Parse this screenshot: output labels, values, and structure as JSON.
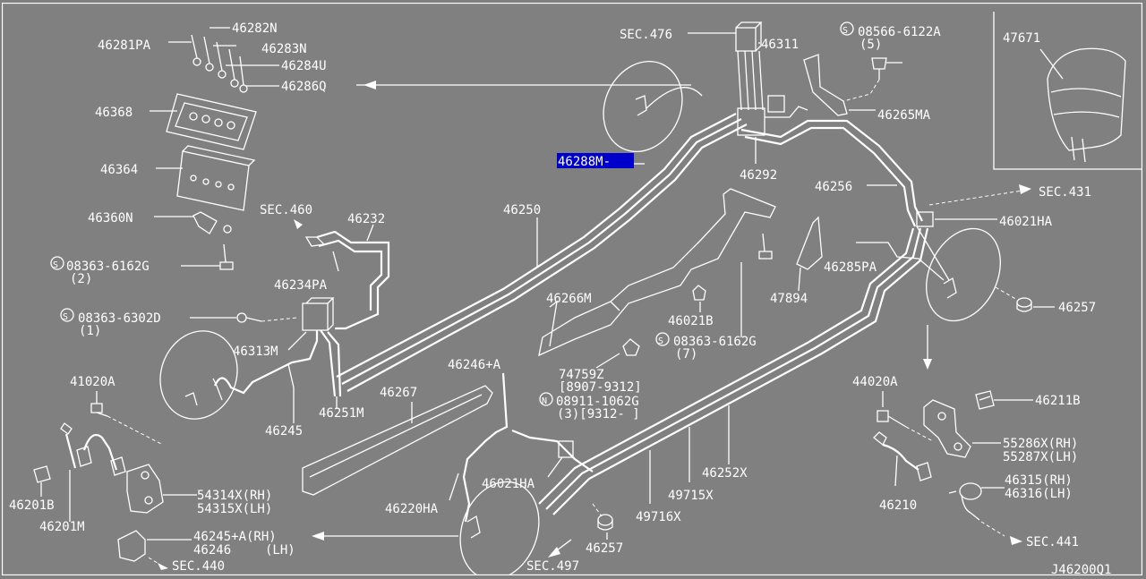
{
  "diagram_id": "J46200Q1",
  "colors": {
    "background": "#808080",
    "lines": "#ffffff",
    "highlight": "#0000cc"
  },
  "labels": {
    "p46282N": "46282N",
    "p46281PA": "46281PA",
    "p46283N": "46283N",
    "p46284U": "46284U",
    "p46286Q": "46286Q",
    "p46368": "46368",
    "p46364": "46364",
    "p46360N": "46360N",
    "s08363_6162G_a": "08363-6162G",
    "q2": "(2)",
    "sec460": "SEC.460",
    "p46232": "46232",
    "p46234PA": "46234PA",
    "s08363_6302D": "08363-6302D",
    "q1": "(1)",
    "p46313M": "46313M",
    "p46245": "46245",
    "p46251M": "46251M",
    "p46250": "46250",
    "p46267": "46267",
    "p46246A": "46246+A",
    "p41020A": "41020A",
    "p46201B": "46201B",
    "p46201M": "46201M",
    "p54314X": "54314X(RH)",
    "p54315X": "54315X(LH)",
    "p46245A": "46245+A(RH)",
    "p46246": "46246",
    "lh": "(LH)",
    "sec440": "SEC.440",
    "p46220HA": "46220HA",
    "p46021HA_a": "46021HA",
    "sec497": "SEC.497",
    "p46257_a": "46257",
    "sec476": "SEC.476",
    "p46311": "46311",
    "p46288M": "46288M-",
    "p46292": "46292",
    "s08566_6122A": "08566-6122A",
    "q5": "(5)",
    "p46265MA": "46265MA",
    "p47671": "47671",
    "p46256": "46256",
    "sec431": "SEC.431",
    "p46021HA_b": "46021HA",
    "p46285PA": "46285PA",
    "p46257_b": "46257",
    "p46266M": "46266M",
    "p46021B": "46021B",
    "p47894": "47894",
    "s08363_6162G_b": "08363-6162G",
    "q7": "(7)",
    "p74759Z": "74759Z",
    "r8907_9312": "[8907-9312]",
    "n08911_1062G": "08911-1062G",
    "q3_9312": "(3)[9312-   ]",
    "p44020A": "44020A",
    "p46211B": "46211B",
    "p55286X": "55286X(RH)",
    "p55287X": "55287X(LH)",
    "p46315": "46315(RH)",
    "p46316": "46316(LH)",
    "p46210": "46210",
    "sec441": "SEC.441",
    "p46252X": "46252X",
    "p49715X": "49715X",
    "p49716X": "49716X",
    "s_mark": "S",
    "n_mark": "N"
  }
}
